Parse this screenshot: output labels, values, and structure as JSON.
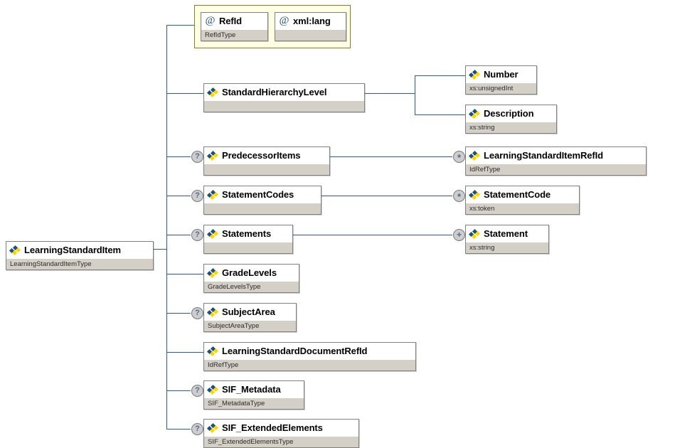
{
  "diagram": {
    "kind": "xml-schema-element-diagram",
    "root": {
      "name": "LearningStandardItem",
      "type": "LearningStandardItemType",
      "icon": "element-icon",
      "occurrence": ""
    },
    "attributes_group": {
      "items": [
        {
          "name": "RefId",
          "type": "RefIdType",
          "icon": "attribute-icon"
        },
        {
          "name": "xml:lang",
          "type": "",
          "icon": "attribute-icon"
        }
      ]
    },
    "children": [
      {
        "name": "StandardHierarchyLevel",
        "type": "",
        "icon": "element-icon",
        "occurrence": ""
      },
      {
        "name": "PredecessorItems",
        "type": "",
        "icon": "element-icon",
        "occurrence": "?"
      },
      {
        "name": "StatementCodes",
        "type": "",
        "icon": "element-icon",
        "occurrence": "?"
      },
      {
        "name": "Statements",
        "type": "",
        "icon": "element-icon",
        "occurrence": "?"
      },
      {
        "name": "GradeLevels",
        "type": "GradeLevelsType",
        "icon": "element-icon",
        "occurrence": ""
      },
      {
        "name": "SubjectArea",
        "type": "SubjectAreaType",
        "icon": "element-icon",
        "occurrence": "?"
      },
      {
        "name": "LearningStandardDocumentRefId",
        "type": "IdRefType",
        "icon": "element-icon",
        "occurrence": ""
      },
      {
        "name": "SIF_Metadata",
        "type": "SIF_MetadataType",
        "icon": "element-icon",
        "occurrence": "?"
      },
      {
        "name": "SIF_ExtendedElements",
        "type": "SIF_ExtendedElementsType",
        "icon": "element-icon",
        "occurrence": "?"
      }
    ],
    "grandchildren": [
      {
        "name": "Number",
        "type": "xs:unsignedInt",
        "icon": "element-icon",
        "occurrence": "",
        "parent": "StandardHierarchyLevel"
      },
      {
        "name": "Description",
        "type": "xs:string",
        "icon": "element-icon",
        "occurrence": "",
        "parent": "StandardHierarchyLevel"
      },
      {
        "name": "LearningStandardItemRefId",
        "type": "IdRefType",
        "icon": "element-icon",
        "occurrence": "*",
        "parent": "PredecessorItems"
      },
      {
        "name": "StatementCode",
        "type": "xs:token",
        "icon": "element-icon",
        "occurrence": "*",
        "parent": "StatementCodes"
      },
      {
        "name": "Statement",
        "type": "xs:string",
        "icon": "element-icon",
        "occurrence": "+",
        "parent": "Statements"
      }
    ],
    "colors": {
      "line": "#2e5a87",
      "node_border": "#808080",
      "node_type_bg": "#d4d0c8",
      "attr_group_border": "#8a7b28",
      "attr_group_bg": "#ffffe4",
      "icon_blue": "#1f4e79",
      "icon_yellow": "#ffd400",
      "occurrence_bg": "#cdcdcd"
    }
  }
}
